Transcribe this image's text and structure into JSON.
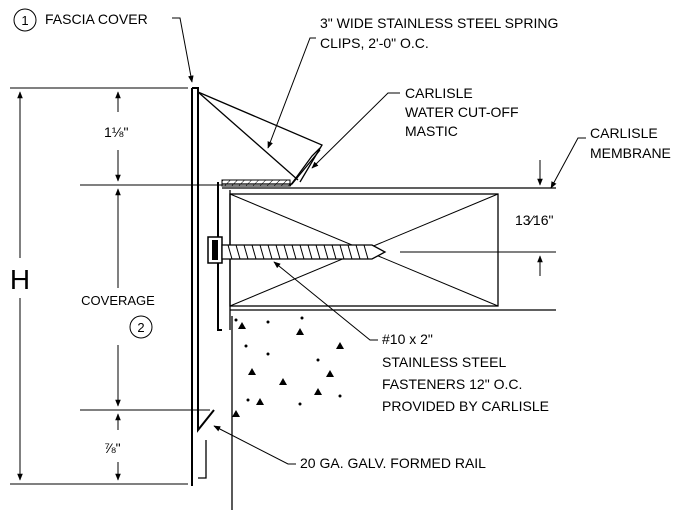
{
  "labels": {
    "callout_1": "1",
    "fascia_cover": "FASCIA COVER",
    "clips_line1": "3\" WIDE STAINLESS STEEL SPRING",
    "clips_line2": "CLIPS, 2'-0\" O.C.",
    "mastic_line1": "CARLISLE",
    "mastic_line2": "WATER CUT-OFF",
    "mastic_line3": "MASTIC",
    "membrane_line1": "CARLISLE",
    "membrane_line2": "MEMBRANE",
    "dim_1_1_8": "1⅛\"",
    "dim_13_16": "13⁄16\"",
    "dim_H": "H",
    "coverage": "COVERAGE",
    "callout_2": "2",
    "dim_7_8": "⅞\"",
    "fastener_line1": "#10 x 2\"",
    "fastener_line2": "STAINLESS STEEL",
    "fastener_line3": "FASTENERS 12\" O.C.",
    "fastener_line4": "PROVIDED BY CARLISLE",
    "rail": "20 GA. GALV. FORMED RAIL"
  }
}
